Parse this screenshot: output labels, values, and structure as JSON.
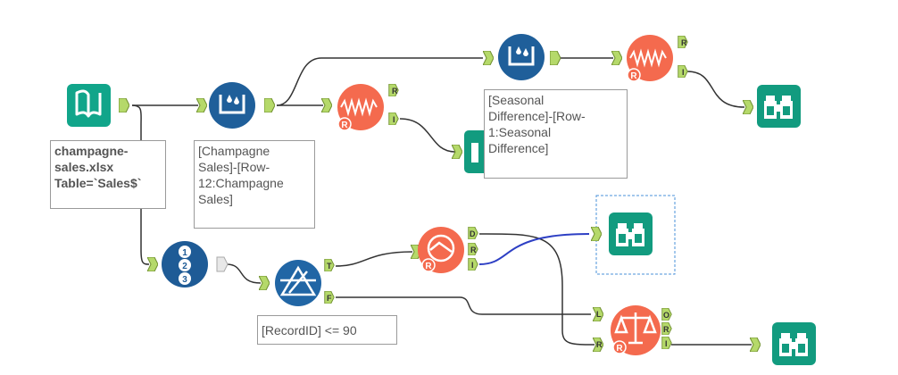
{
  "annotations": {
    "input": "champagne-\nsales.xlsx\nTable=`Sales$`",
    "formula1": "[Champagne\nSales]-[Row-\n12:Champagne\nSales]",
    "formula2": "[Seasonal\nDifference]-[Row-\n1:Seasonal\nDifference]",
    "filter": "[RecordID] <= 90"
  },
  "anchors": {
    "R": "R",
    "I": "I",
    "O": "O",
    "L": "L",
    "T": "T",
    "F": "F",
    "D": "D"
  },
  "record_id_numbers": [
    "1",
    "2",
    "3"
  ],
  "colors": {
    "browse_teal": "#129b7f",
    "input_teal": "#11a58a",
    "formula_blue": "#1f5f9a",
    "filter_blue": "#2166a5",
    "record_blue": "#1e5b96",
    "r_tool_coral": "#f46a4e",
    "anchor_green": "#b5d96a",
    "connector": "#333333",
    "selected_connector": "#2d3fc4",
    "selection_box": "#4a90d9"
  },
  "icons": {
    "input": "open-book-icon",
    "formula": "water-beaker-icon",
    "r_tool": "r-waveform-icon",
    "browse": "binoculars-icon",
    "record_id": "numbered-list-icon",
    "filter": "triangle-filter-icon",
    "timeseries_plot": "r-gauge-icon",
    "score": "r-scale-icon"
  }
}
